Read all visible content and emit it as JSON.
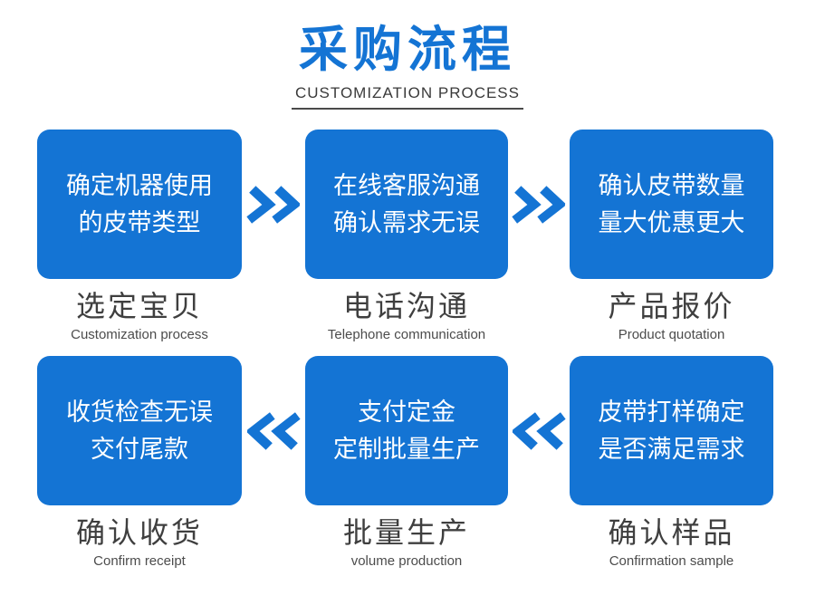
{
  "header": {
    "title": "采购流程",
    "subtitle": "CUSTOMIZATION PROCESS"
  },
  "colors": {
    "primary_blue": "#1474d4",
    "label_text": "#3f3f3f"
  },
  "arrows": {
    "row1_direction": "right",
    "row2_direction": "left"
  },
  "steps": [
    {
      "line1": "确定机器使用",
      "line2": "的皮带类型",
      "label": "选定宝贝",
      "sublabel": "Customization process"
    },
    {
      "line1": "在线客服沟通",
      "line2": "确认需求无误",
      "label": "电话沟通",
      "sublabel": "Telephone communication"
    },
    {
      "line1": "确认皮带数量",
      "line2": "量大优惠更大",
      "label": "产品报价",
      "sublabel": "Product quotation"
    },
    {
      "line1": "收货检查无误",
      "line2": "交付尾款",
      "label": "确认收货",
      "sublabel": "Confirm receipt"
    },
    {
      "line1": "支付定金",
      "line2": "定制批量生产",
      "label": "批量生产",
      "sublabel": "volume production"
    },
    {
      "line1": "皮带打样确定",
      "line2": "是否满足需求",
      "label": "确认样品",
      "sublabel": "Confirmation sample"
    }
  ]
}
